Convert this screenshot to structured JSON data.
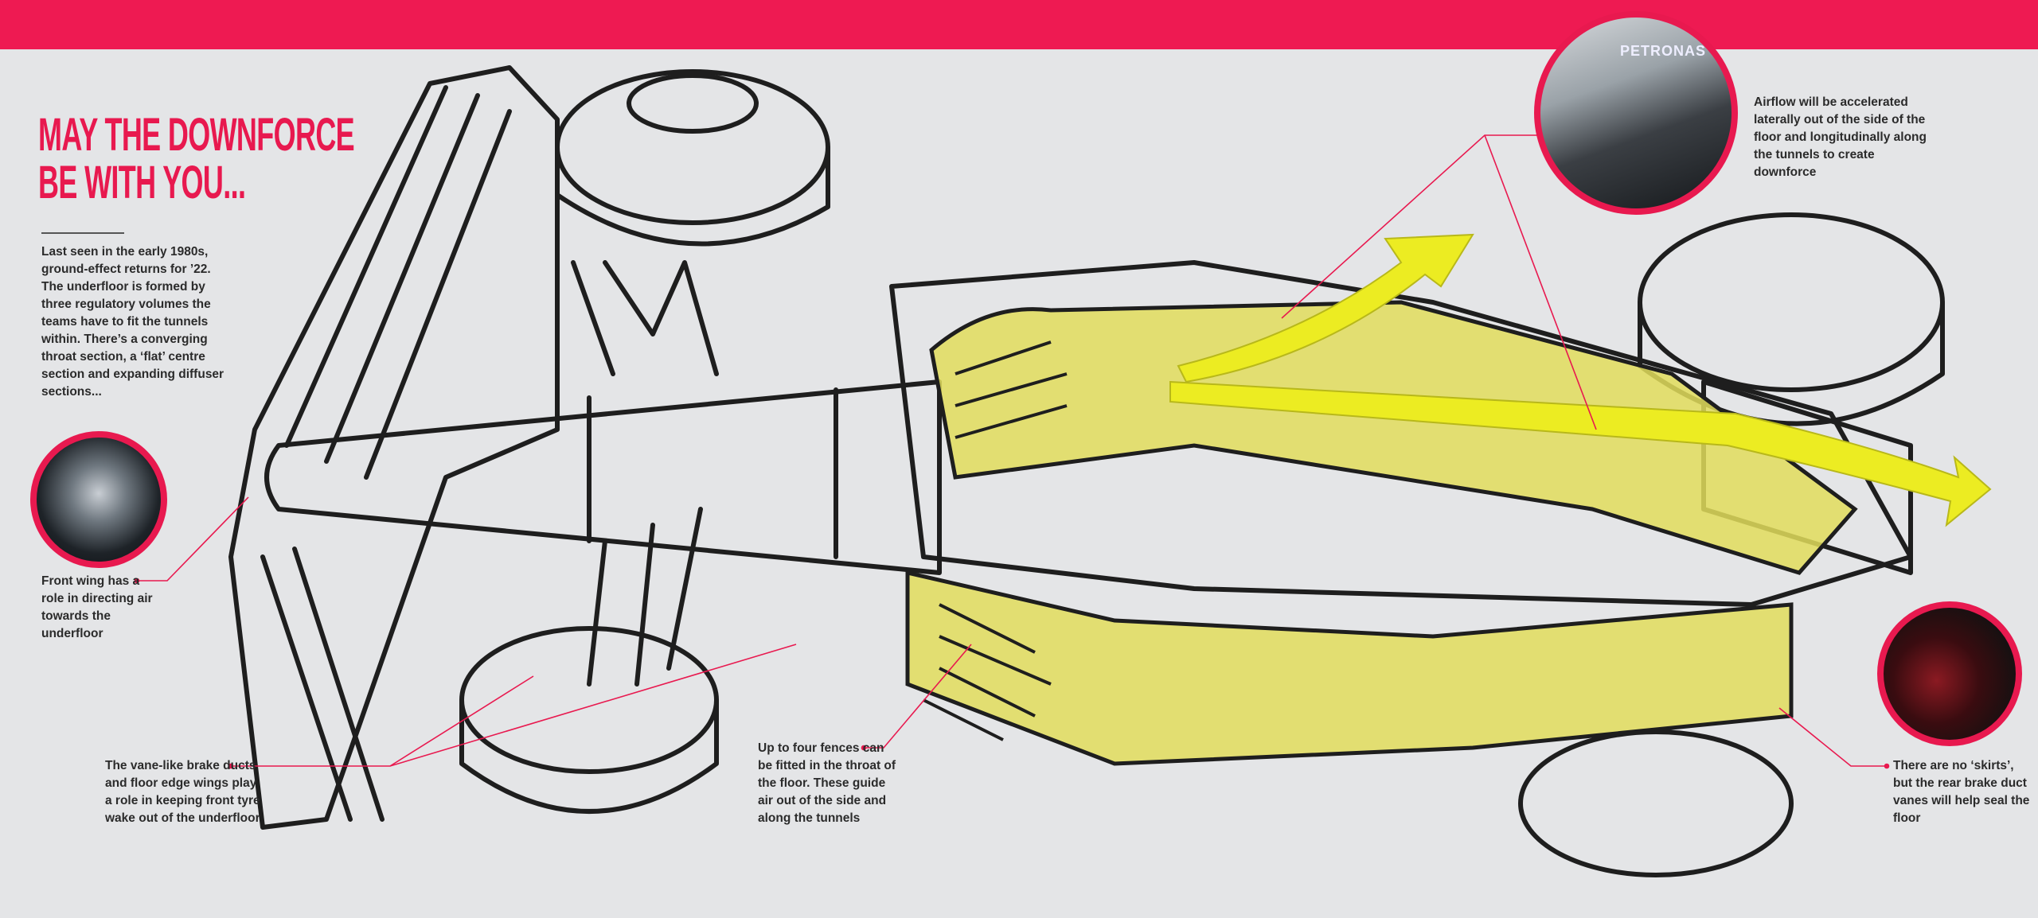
{
  "header": {
    "bar_color": "#ee1a52"
  },
  "title": {
    "line1": "MAY THE DOWNFORCE",
    "line2": "BE WITH YOU..."
  },
  "intro": "Last seen in the early 1980s, ground-effect returns for ’22. The underfloor is formed by three regulatory volumes the teams have to fit the tunnels within. There’s a converging throat section, a ‘flat’ centre section and expanding diffuser sections...",
  "captions": {
    "front_wing": "Front wing has a role in directing air towards the underfloor",
    "brake_ducts": "The vane-like brake ducts and floor edge wings play a role in keeping front tyre wake out of the underfloor",
    "fences": "Up to four fences can be fitted in the throat of the floor. These guide air out of the side and along the tunnels",
    "airflow": "Airflow will be accelerated laterally out of the side of the floor and longitudinally along the tunnels to create downforce",
    "skirts": "There are no ‘skirts’, but the rear brake duct vanes will help seal the floor"
  },
  "photos": {
    "top_sponsor": "PETRONAS"
  },
  "colors": {
    "accent": "#e8194f",
    "floor_highlight": "#e2dd5c",
    "airflow_arrow": "#ecec22",
    "sketch_line": "#1e1e1e",
    "background": "#e4e5e7"
  }
}
